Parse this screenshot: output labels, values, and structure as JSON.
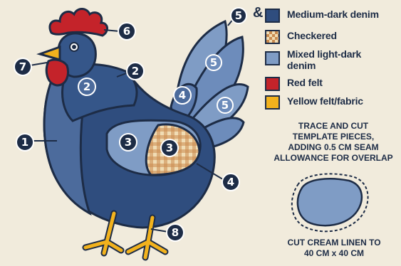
{
  "diagram": {
    "markers": [
      {
        "label": "1"
      },
      {
        "label": "2"
      },
      {
        "label": "2"
      },
      {
        "label": "3"
      },
      {
        "label": "3"
      },
      {
        "label": "4"
      },
      {
        "label": "4"
      },
      {
        "label": "5"
      },
      {
        "label": "5"
      },
      {
        "label": "5"
      },
      {
        "label": "6"
      },
      {
        "label": "7"
      },
      {
        "label": "8"
      }
    ],
    "legend": {
      "marker": "5",
      "ampersand": "&",
      "items": [
        {
          "label": "Medium-dark denim",
          "color": "#2f4d7e"
        },
        {
          "label": "Checkered",
          "color": "#d9a36b"
        },
        {
          "label": "Mixed light-dark denim",
          "label_lines": [
            "Mixed light-dark",
            "denim"
          ],
          "color": "#7f9cc5"
        },
        {
          "label": "Red felt",
          "color": "#c4232a"
        },
        {
          "label": "Yellow felt/fabric",
          "color": "#f2b21d"
        }
      ]
    },
    "instructions": {
      "lines": [
        "TRACE AND CUT",
        "TEMPLATE PIECES,",
        "ADDING 0.5 CM SEAM",
        "ALLOWANCE FOR OVERLAP"
      ]
    },
    "footer": {
      "lines": [
        "CUT CREAM LINEN TO",
        "40 CM x 40 CM"
      ]
    },
    "colors": {
      "outline": "#1d2c46",
      "medium_dark_denim": "#2f4d7e",
      "light_denim": "#7f9cc5",
      "red_felt": "#c4232a",
      "yellow": "#f2b21d",
      "background": "#f1ebdc"
    }
  }
}
